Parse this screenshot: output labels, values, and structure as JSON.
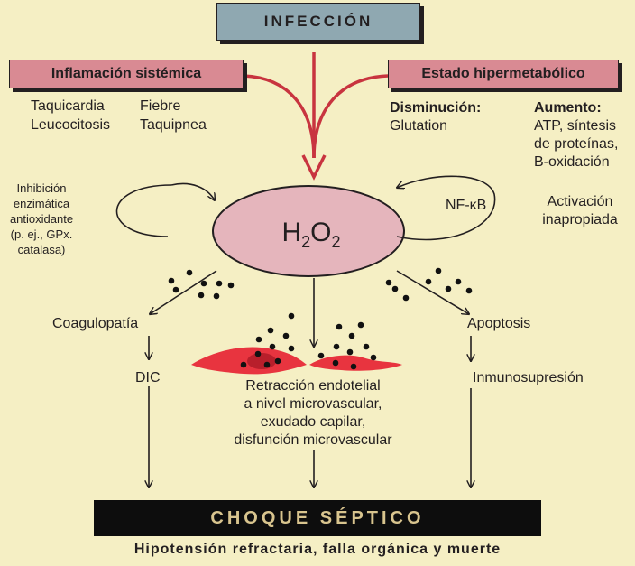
{
  "title": "INFECCIÓN",
  "left_box": "Inflamación sistémica",
  "right_box": "Estado hipermetabólico",
  "left_signs": {
    "taquicardia": "Taquicardia",
    "leucocitosis": "Leucocitosis",
    "fiebre": "Fiebre",
    "taquipnea": "Taquipnea"
  },
  "decrease": {
    "label": "Disminución:",
    "item": "Glutation"
  },
  "increase": {
    "label": "Aumento:",
    "items": [
      "ATP, síntesis",
      "de proteínas,",
      "B-oxidación"
    ]
  },
  "inhibition": [
    "Inhibición",
    "enzimática",
    "antioxidante",
    "(p. ej., GPx.",
    "catalasa)"
  ],
  "center": {
    "h": "H",
    "sub1": "2",
    "o": "O",
    "sub2": "2"
  },
  "nfkb": "NF-κB",
  "activation": [
    "Activación",
    "inapropiada"
  ],
  "coagulopatia": "Coagulopatía",
  "dic": "DIC",
  "apoptosis": "Apoptosis",
  "inmunosupresion": "Inmunosupresión",
  "endothelial": [
    "Retracción endotelial",
    "a nivel microvascular,",
    "exudado capilar,",
    "disfunción microvascular"
  ],
  "choque": "CHOQUE SÉPTICO",
  "footer": "Hipotensión refractaria, falla orgánica y muerte",
  "colors": {
    "background": "#f5efc4",
    "infeccion_box": "#8fa8b1",
    "pink_box": "#d98a93",
    "ellipse": "#e5b5bc",
    "arrow_red": "#c8343f",
    "cells": "#e8343f",
    "choque_box": "#0d0d0d",
    "choque_text": "#d8c48e"
  }
}
